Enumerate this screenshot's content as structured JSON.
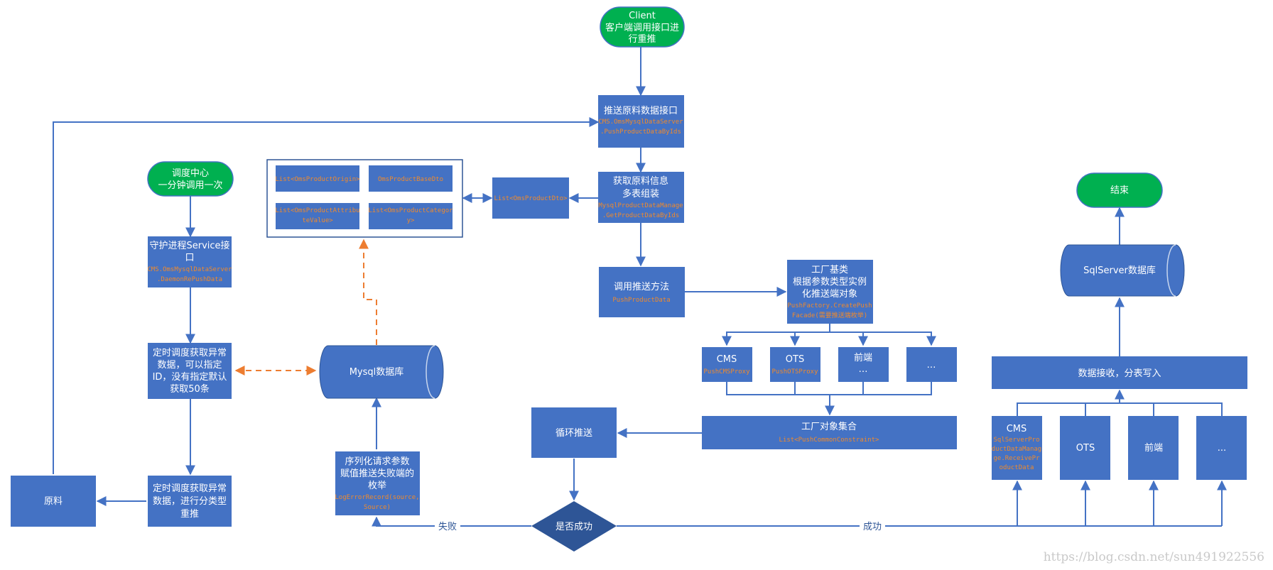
{
  "nodes": {
    "client": {
      "title": "Client",
      "line1": "客户端调用接口进",
      "line2": "行重推"
    },
    "push_api": {
      "title": "推送原料数据接口",
      "code1": "CMS.OmsMysqlDataServer",
      "code2": ".PushProductDataByIds"
    },
    "fetch": {
      "line1": "获取原料信息",
      "line2": "多表组装",
      "code1": "MysqlProductDataManage",
      "code2": ".GetProductDataByIds"
    },
    "list_dto": {
      "code": "List<OmsProductDto>"
    },
    "dto_origin": {
      "code": "List<OmsProductOrigin>"
    },
    "dto_base": {
      "code": "OmsProductBaseDto"
    },
    "dto_attr": {
      "code1": "List<OmsProductAttribu",
      "code2": "teValue>"
    },
    "dto_cat": {
      "code1": "List<OmsProductCategor",
      "code2": "y>"
    },
    "scheduler": {
      "line1": "调度中心",
      "line2": "一分钟调用一次"
    },
    "daemon": {
      "line1": "守护进程Service接",
      "line2": "口",
      "code1": "CMS.OmsMysqlDataServer",
      "code2": ".DaemonRePushData"
    },
    "timer_fetch": {
      "line1": "定时调度获取异常",
      "line2": "数据，可以指定",
      "line3": "ID，没有指定默认",
      "line4": "获取50条"
    },
    "timer_push": {
      "line1": "定时调度获取异常",
      "line2": "数据，进行分类型",
      "line3": "重推"
    },
    "raw": {
      "label": "原料"
    },
    "mysql": {
      "label": "Mysql数据库"
    },
    "serialize": {
      "line1": "序列化请求参数",
      "line2": "赋值推送失败端的",
      "line3": "枚举",
      "code1": "LogErrorRecord(source,",
      "code2": "Source)"
    },
    "call_push": {
      "label": "调用推送方法",
      "code": "PushProductData"
    },
    "factory": {
      "line1": "工厂基类",
      "line2": "根据参数类型实例",
      "line3": "化推送端对象",
      "code1": "PushFactory.CreatePush",
      "code2": "Facade(需要推送端枚举)"
    },
    "proxy_cms": {
      "label": "CMS",
      "code": "PushCMSProxy"
    },
    "proxy_ots": {
      "label": "OTS",
      "code": "PushOTSProxy"
    },
    "proxy_front": {
      "label": "前端",
      "label2": "…"
    },
    "proxy_more": {
      "label": "…"
    },
    "factory_set": {
      "label": "工厂对象集合",
      "code": "List<PushCommonConstraint>"
    },
    "loop_push": {
      "label": "循环推送"
    },
    "success_q": {
      "label": "是否成功"
    },
    "end": {
      "label": "结束"
    },
    "sqlserver": {
      "label": "SqlServer数据库"
    },
    "receive": {
      "label": "数据接收，分表写入"
    },
    "recv_cms": {
      "label": "CMS",
      "code1": "SqlServerPro",
      "code2": "ductDataManag",
      "code3": "ge.ReceivePr",
      "code4": "oductData"
    },
    "recv_ots": {
      "label": "OTS"
    },
    "recv_front": {
      "label": "前端"
    },
    "recv_more": {
      "label": "..."
    }
  },
  "edges": {
    "fail": "失败",
    "success": "成功"
  },
  "watermark": "https://blog.csdn.net/sun491922556",
  "colors": {
    "box": "#4472c4",
    "start": "#00b050",
    "arrow": "#4472c4",
    "dashed": "#ed7d31",
    "code": "#f08a2c"
  }
}
